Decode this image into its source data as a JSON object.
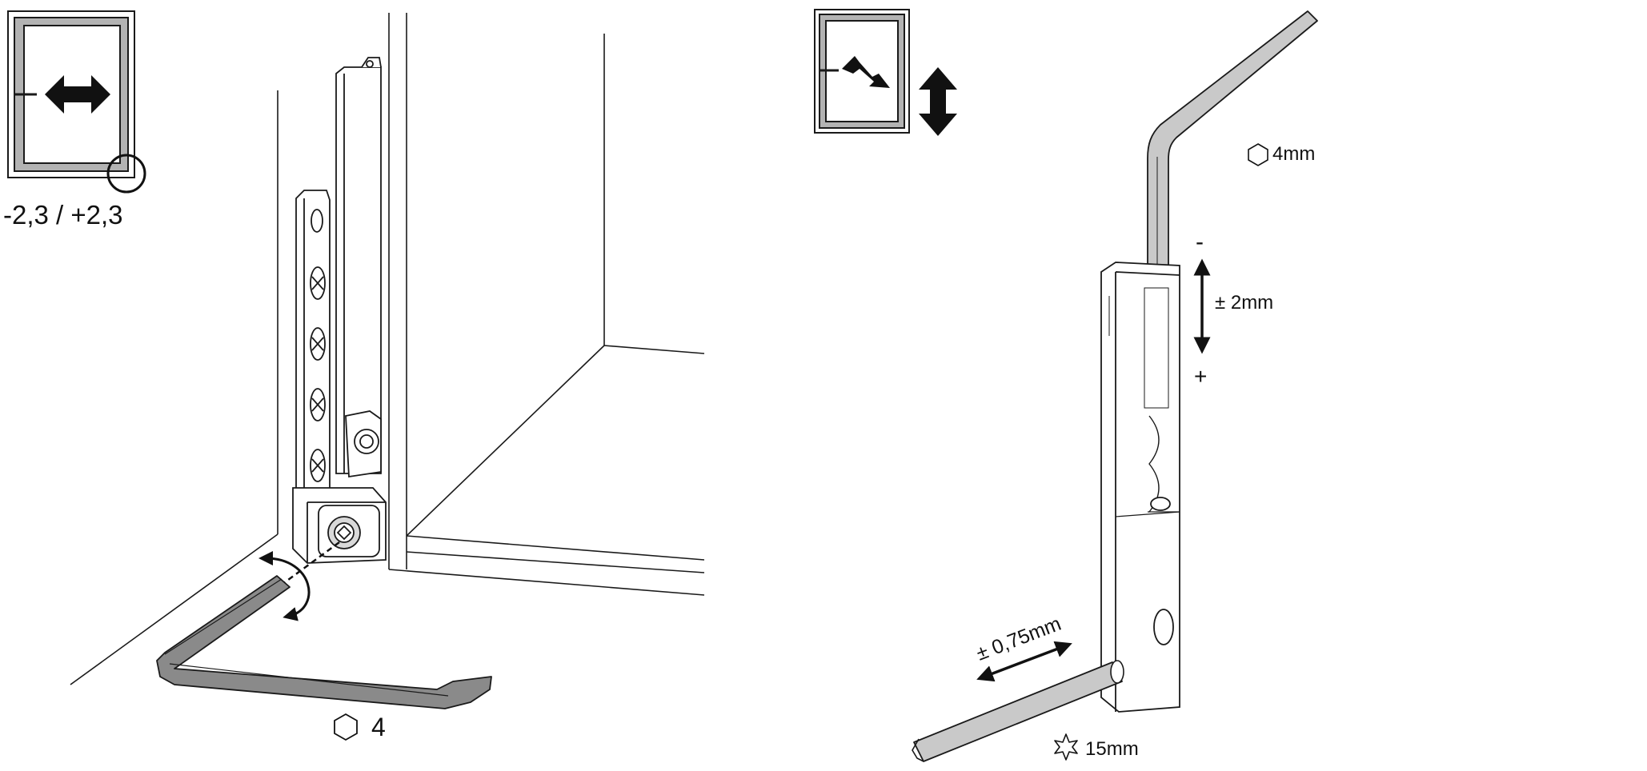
{
  "left_panel": {
    "range_label": "-2,3 / +2,3",
    "key_size_label": "4",
    "key_icon": "hexagon-icon",
    "mode_icon": "horizontal-adjust-icon"
  },
  "right_panel": {
    "key_size_label": "4mm",
    "key_icon": "hexagon-icon",
    "height_label": "± 2mm",
    "minus_label": "-",
    "plus_label": "+",
    "depth_label": "± 0,75mm",
    "torx_label": "15mm",
    "torx_icon": "torx-star-icon",
    "mode_icon": "vertical-adjust-icon"
  },
  "colors": {
    "line": "#1a1a1a",
    "key_fill": "#8a8a8a",
    "frame_fill": "#b3b3b3",
    "light_key_fill": "#c9c9c9"
  }
}
